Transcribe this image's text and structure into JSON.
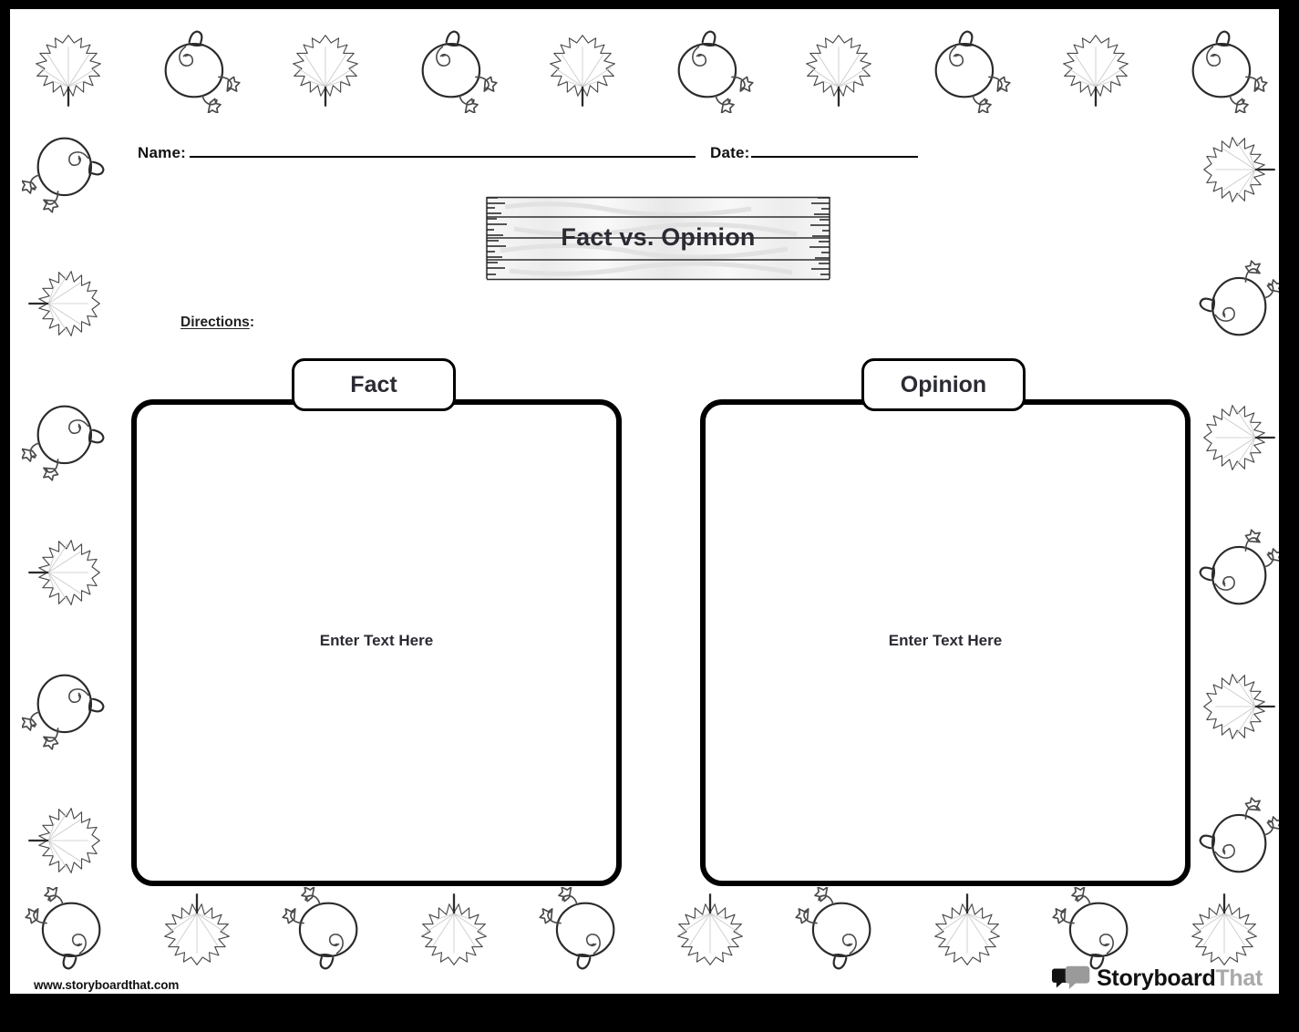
{
  "document": {
    "type": "worksheet",
    "title": "Fact vs. Opinion",
    "theme": "autumn-leaves-and-pumpkins"
  },
  "header": {
    "name_label": "Name:",
    "date_label": "Date:",
    "name_value": "",
    "date_value": ""
  },
  "sign": {
    "title": "Fact vs. Opinion",
    "style": "wooden-plank-sign",
    "plank_count": 4
  },
  "directions": {
    "word": "Directions",
    "colon": ":",
    "text": ""
  },
  "columns": [
    {
      "id": "fact",
      "label": "Fact",
      "placeholder": "Enter Text Here",
      "value": ""
    },
    {
      "id": "opinion",
      "label": "Opinion",
      "placeholder": "Enter Text Here",
      "value": ""
    }
  ],
  "footer": {
    "url": "www.storyboardthat.com",
    "logo_primary": "Storyboard",
    "logo_secondary": "That",
    "logo_icon": "speech-bubbles-icon"
  },
  "decorations": {
    "top": [
      "leaf",
      "pumpkin",
      "leaf",
      "pumpkin",
      "leaf",
      "pumpkin",
      "leaf",
      "pumpkin",
      "leaf",
      "pumpkin"
    ],
    "bottom": [
      "pumpkin",
      "leaf",
      "pumpkin",
      "leaf",
      "pumpkin",
      "leaf",
      "pumpkin",
      "leaf",
      "pumpkin",
      "leaf"
    ],
    "left": [
      "pumpkin",
      "leaf",
      "pumpkin",
      "leaf",
      "pumpkin",
      "leaf"
    ],
    "right": [
      "leaf",
      "pumpkin",
      "leaf",
      "pumpkin",
      "leaf",
      "pumpkin"
    ]
  },
  "colors": {
    "frame": "#000000",
    "page": "#ffffff",
    "ink": "#2b2b33",
    "logo_gray": "#a9a9a9"
  }
}
